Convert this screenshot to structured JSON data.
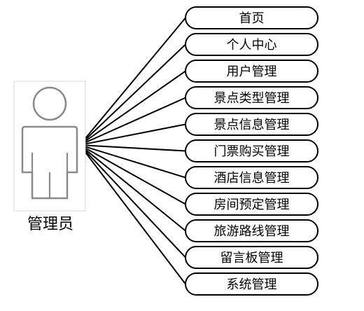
{
  "diagram": {
    "actor": {
      "name": "管理员",
      "icon": "user-actor-icon"
    },
    "functions": [
      "首页",
      "个人中心",
      "用户管理",
      "景点类型管理",
      "景点信息管理",
      "门票购买管理",
      "酒店信息管理",
      "房间预定管理",
      "旅游路线管理",
      "留言板管理",
      "系统管理"
    ],
    "colors": {
      "stroke": "#000000",
      "actor_fill": "#ffffff",
      "actor_stroke": "#8a8a8a",
      "background": "#ffffff"
    }
  }
}
